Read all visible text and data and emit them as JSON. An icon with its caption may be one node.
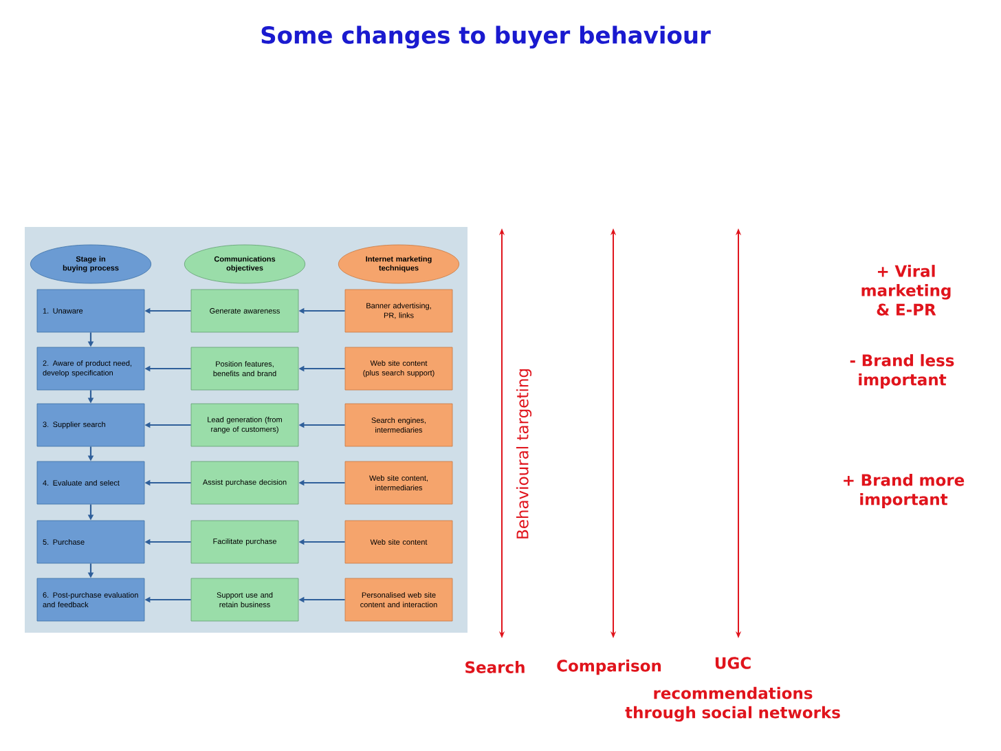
{
  "diagram": {
    "title": "Some changes to buyer behaviour",
    "nodes": [
      {
        "text": [
          "Stage in buying process"
        ]
      },
      {
        "text": [
          "Communications objectives"
        ]
      },
      {
        "text": [
          "Internet marketing techniques"
        ]
      },
      {
        "text": [
          "1. Unaware"
        ]
      },
      {
        "text": [
          "Generate awareness"
        ]
      },
      {
        "text": [
          "Banner advertising, PR, links"
        ]
      },
      {
        "text": [
          "2. Aware of product need, develop specification"
        ]
      },
      {
        "text": [
          "Position features, benefits and brand"
        ]
      },
      {
        "text": [
          "Web site content (plus search support)"
        ]
      },
      {
        "text": [
          "3. Supplier search"
        ]
      },
      {
        "text": [
          "Lead generation (from range of customers)"
        ]
      },
      {
        "text": [
          "Search engines, intermediaries"
        ]
      },
      {
        "text": [
          "4. Evaluate and select"
        ]
      },
      {
        "text": [
          "Assist purchase decision"
        ]
      },
      {
        "text": [
          "Web site content, intermediaries"
        ]
      },
      {
        "text": [
          "5. Purchase"
        ]
      },
      {
        "text": [
          "Facilitate purchase"
        ]
      },
      {
        "text": [
          "Web site content"
        ]
      },
      {
        "text": [
          "6. Post-purchase evaluation and feedback"
        ]
      },
      {
        "text": [
          "Support use and retain business"
        ]
      },
      {
        "text": [
          "Personalised web site content and interaction"
        ]
      }
    ],
    "edges": [
      {
        "from": 5,
        "to": 4,
        "arrow": "to"
      },
      {
        "from": 4,
        "to": 3,
        "arrow": "to"
      },
      {
        "from": 8,
        "to": 7,
        "arrow": "to"
      },
      {
        "from": 7,
        "to": 6,
        "arrow": "to"
      },
      {
        "from": 11,
        "to": 10,
        "arrow": "to"
      },
      {
        "from": 10,
        "to": 9,
        "arrow": "to"
      },
      {
        "from": 14,
        "to": 13,
        "arrow": "to"
      },
      {
        "from": 13,
        "to": 12,
        "arrow": "to"
      },
      {
        "from": 17,
        "to": 16,
        "arrow": "to"
      },
      {
        "from": 16,
        "to": 15,
        "arrow": "to"
      },
      {
        "from": 20,
        "to": 19,
        "arrow": "to"
      },
      {
        "from": 19,
        "to": 18,
        "arrow": "to"
      },
      {
        "from": 3,
        "to": 6,
        "arrow": "to"
      },
      {
        "from": 6,
        "to": 9,
        "arrow": "to"
      },
      {
        "from": 9,
        "to": 12,
        "arrow": "to"
      },
      {
        "from": 12,
        "to": 15,
        "arrow": "to"
      },
      {
        "from": 15,
        "to": 18,
        "arrow": "to"
      }
    ],
    "labels": [
      "Behavioural targeting",
      "+ Viral marketing & E-PR",
      "- Brand less important",
      "+ Brand more important",
      "Search",
      "Comparison",
      "UGC",
      "recommendations through social networks"
    ]
  }
}
